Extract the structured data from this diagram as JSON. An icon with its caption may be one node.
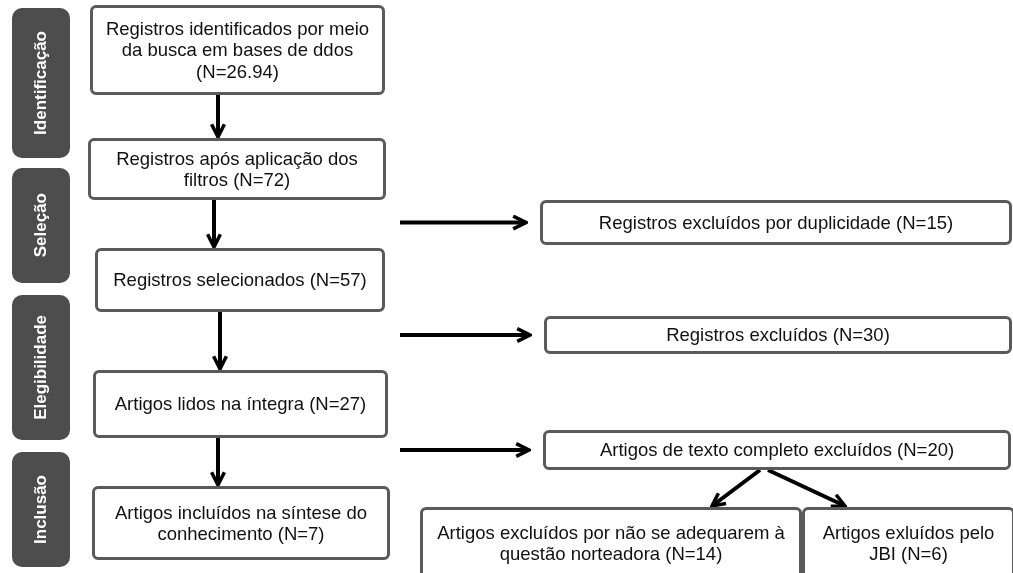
{
  "diagram": {
    "nodes": [
      {
        "text": [
          "Identificação"
        ]
      },
      {
        "text": [
          "Seleção"
        ]
      },
      {
        "text": [
          "Elegibilidade"
        ]
      },
      {
        "text": [
          "Inclusão"
        ]
      },
      {
        "text": [
          "Registros identificados por meio da busca em bases de ddos (N=26.94)"
        ]
      },
      {
        "text": [
          "Registros após aplicação dos filtros (N=72)"
        ]
      },
      {
        "text": [
          "Registros selecionados (N=57)"
        ]
      },
      {
        "text": [
          "Artigos lidos na íntegra (N=27)"
        ]
      },
      {
        "text": [
          "Artigos incluídos na síntese do conhecimento (N=7)"
        ]
      },
      {
        "text": [
          "Registros excluídos por duplicidade (N=15)"
        ]
      },
      {
        "text": [
          "Registros excluídos (N=30)"
        ]
      },
      {
        "text": [
          "Artigos de texto completo excluídos (N=20)"
        ]
      },
      {
        "text": [
          "Artigos excluídos por não se adequarem à questão norteadora (N=14)"
        ]
      },
      {
        "text": [
          "Artigos exluídos pelo JBI (N=6)"
        ]
      }
    ],
    "edges": [
      {
        "from": 4,
        "to": 5,
        "arrow": "to"
      },
      {
        "from": 5,
        "to": 6,
        "arrow": "to"
      },
      {
        "from": 6,
        "to": 7,
        "arrow": "to"
      },
      {
        "from": 7,
        "to": 8,
        "arrow": "to"
      },
      {
        "from": null,
        "to": 9,
        "arrow": "to"
      },
      {
        "from": null,
        "to": 10,
        "arrow": "to"
      },
      {
        "from": null,
        "to": 11,
        "arrow": "to"
      },
      {
        "from": 11,
        "to": 12,
        "arrow": "to"
      },
      {
        "from": 11,
        "to": 13,
        "arrow": "to"
      }
    ]
  }
}
